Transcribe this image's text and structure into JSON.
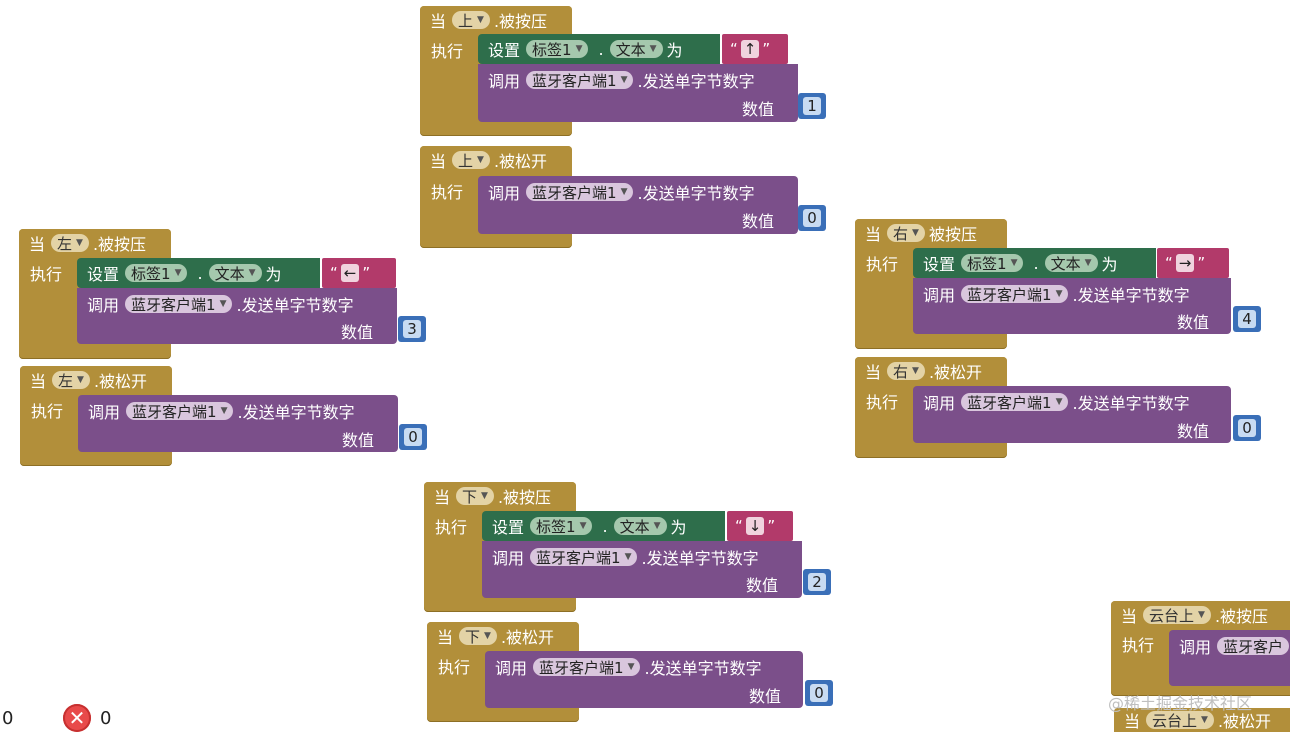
{
  "kw": {
    "when": "当",
    "do": "执行",
    "set": "设置",
    "dot": ".",
    "to": "为",
    "call": "调用",
    "value": "数值",
    "q_open": "“",
    "q_close": "”"
  },
  "blocks": {
    "up_press": {
      "button": "上",
      "event": ".被按压",
      "label": "标签1",
      "prop": "文本",
      "text": "↑",
      "client": "蓝牙客户端1",
      "method": ".发送单字节数字",
      "num": "1"
    },
    "up_release": {
      "button": "上",
      "event": ".被松开",
      "client": "蓝牙客户端1",
      "method": ".发送单字节数字",
      "num": "0"
    },
    "left_press": {
      "button": "左",
      "event": ".被按压",
      "label": "标签1",
      "prop": "文本",
      "text": "←",
      "client": "蓝牙客户端1",
      "method": ".发送单字节数字",
      "num": "3"
    },
    "left_release": {
      "button": "左",
      "event": ".被松开",
      "client": "蓝牙客户端1",
      "method": ".发送单字节数字",
      "num": "0"
    },
    "right_press": {
      "button": "右",
      "event": "被按压",
      "label": "标签1",
      "prop": "文本",
      "text": "→",
      "client": "蓝牙客户端1",
      "method": ".发送单字节数字",
      "num": "4"
    },
    "right_release": {
      "button": "右",
      "event": ".被松开",
      "client": "蓝牙客户端1",
      "method": ".发送单字节数字",
      "num": "0"
    },
    "down_press": {
      "button": "下",
      "event": ".被按压",
      "label": "标签1",
      "prop": "文本",
      "text": "↓",
      "client": "蓝牙客户端1",
      "method": ".发送单字节数字",
      "num": "2"
    },
    "down_release": {
      "button": "下",
      "event": ".被松开",
      "client": "蓝牙客户端1",
      "method": ".发送单字节数字",
      "num": "0"
    },
    "ptz_press": {
      "button": "云台上",
      "event": ".被按压",
      "client": "蓝牙客户"
    },
    "ptz_release": {
      "button": "云台上",
      "event": ".被松开"
    }
  },
  "status": {
    "warnings": "0",
    "errors": "0"
  },
  "watermark": "@稀土掘金技术社区"
}
